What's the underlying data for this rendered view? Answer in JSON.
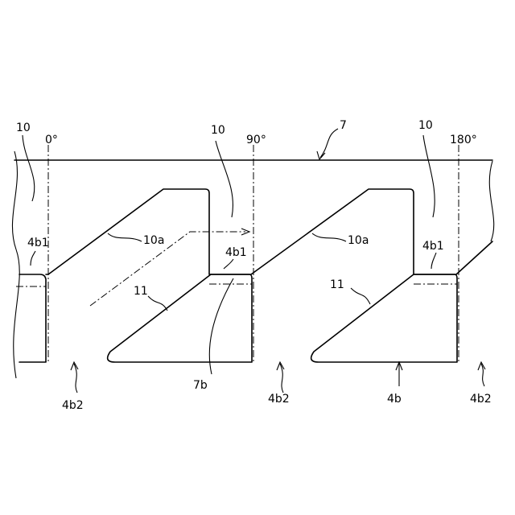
{
  "labels": {
    "angle_0": "0°",
    "angle_90": "90°",
    "angle_180": "180°",
    "ref_7": "7",
    "ref_10_left": "10",
    "ref_10_mid": "10",
    "ref_10_right": "10",
    "ref_10a_left": "10a",
    "ref_10a_right": "10a",
    "ref_4b1_left": "4b1",
    "ref_4b1_mid": "4b1",
    "ref_4b1_right": "4b1",
    "ref_11_left": "11",
    "ref_11_right": "11",
    "ref_7b": "7b",
    "ref_4b2_left": "4b2",
    "ref_4b2_mid": "4b2",
    "ref_4b2_right": "4b2",
    "ref_4b": "4b"
  }
}
